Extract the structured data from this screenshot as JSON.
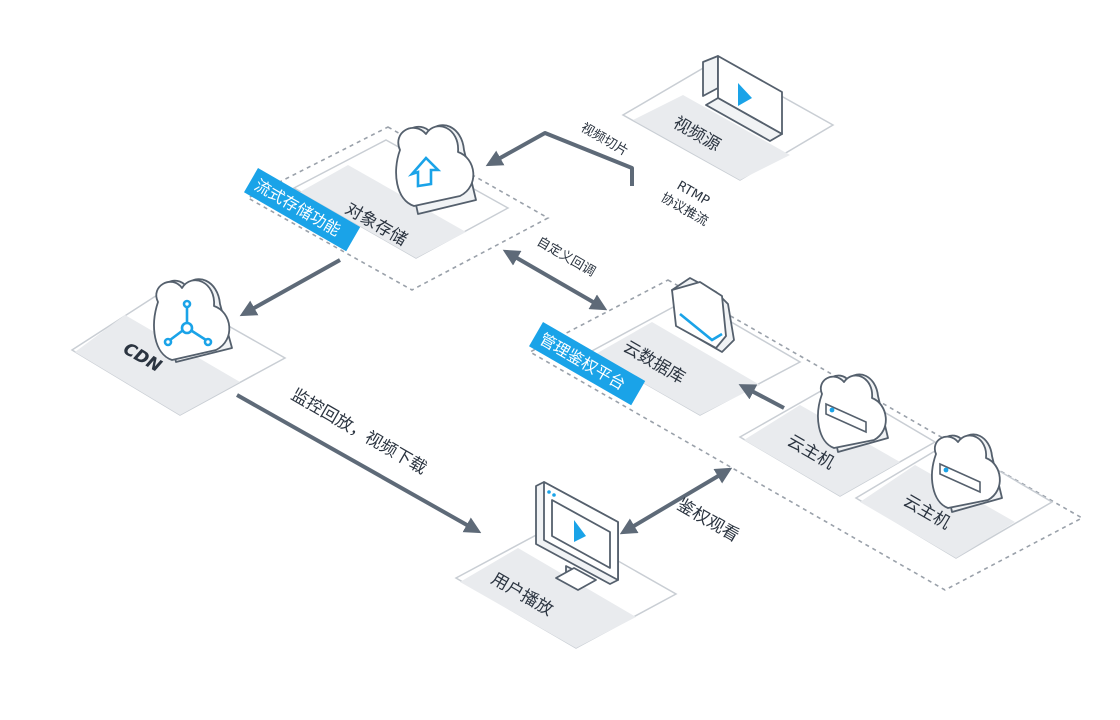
{
  "nodes": {
    "video_source": "视频源",
    "object_storage": "对象存储",
    "cdn": "CDN",
    "cloud_database": "云数据库",
    "cloud_host_1": "云主机",
    "cloud_host_2": "云主机",
    "user_playback": "用户播放"
  },
  "badges": {
    "streaming_storage": "流式存储功能",
    "auth_platform": "管理鉴权平台"
  },
  "edges": {
    "video_slicing": "视频切片",
    "rtmp_line1": "RTMP",
    "rtmp_line2": "协议推流",
    "custom_callback": "自定义回调",
    "monitor_playback": "监控回放，视频下载",
    "auth_watch": "鉴权观看"
  },
  "colors": {
    "accent": "#1aa3e8",
    "arrow": "#5e6a78",
    "tile_label": "#e9ebee"
  }
}
